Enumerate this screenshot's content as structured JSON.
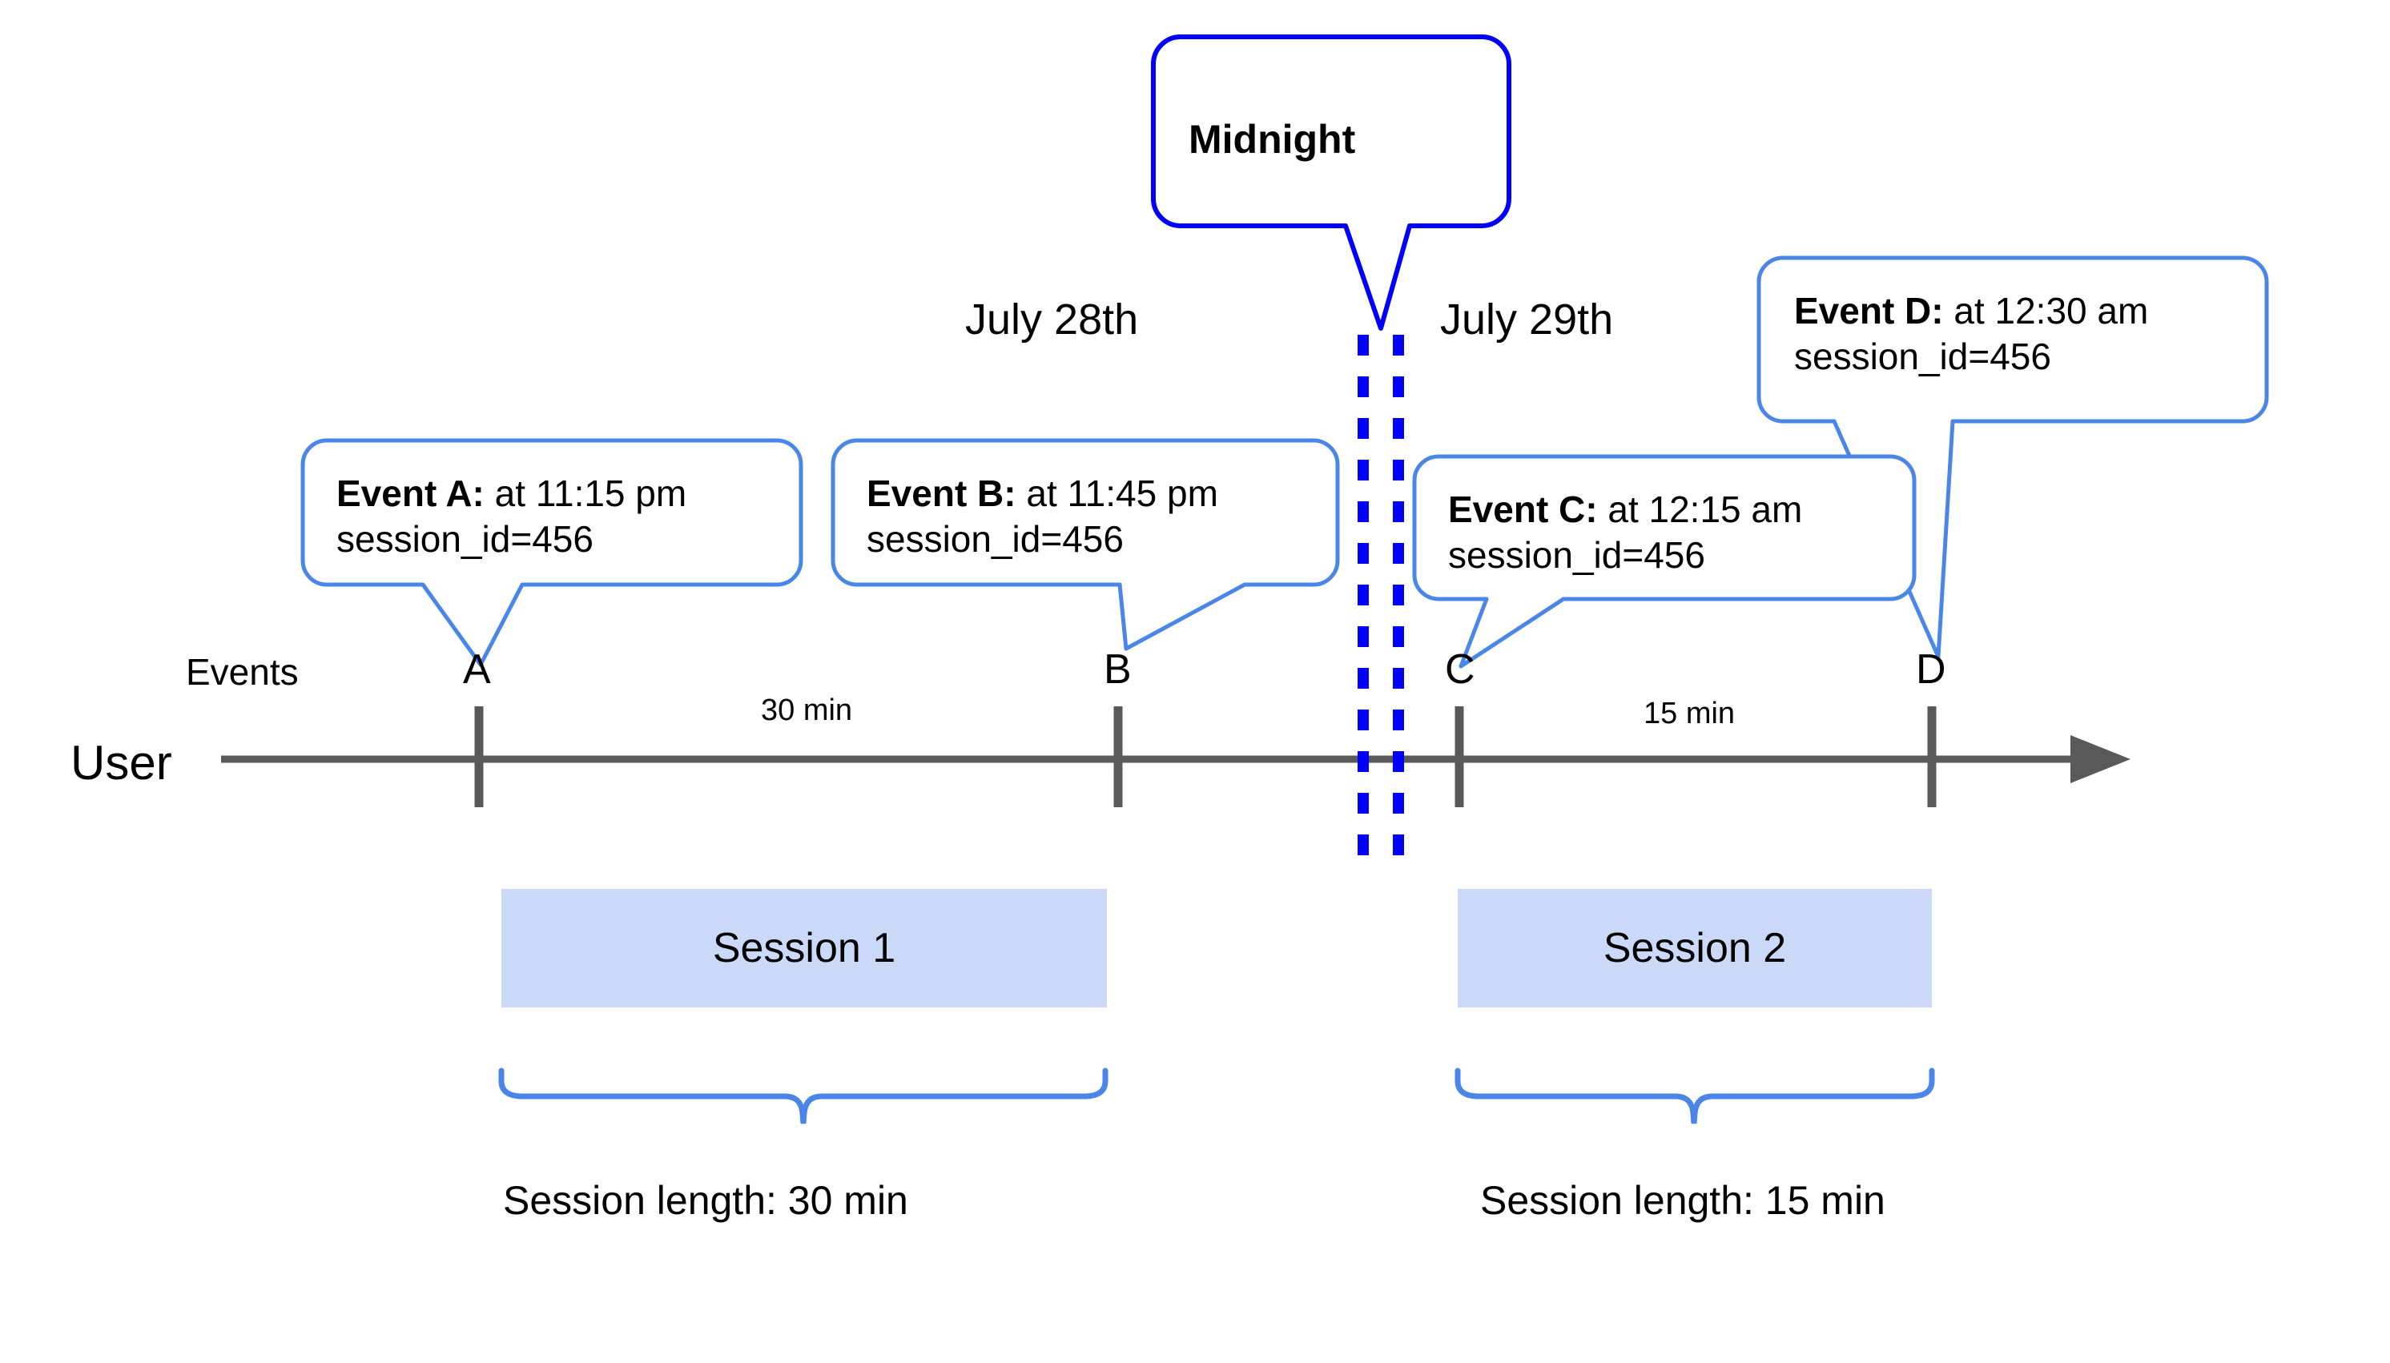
{
  "diagram": {
    "title_hidden": "",
    "colors": {
      "callout_border": "#4a86e8",
      "midnight_border": "#0000ff",
      "midnight_dash": "#0000ff",
      "axis": "#595959",
      "session_fill": "#c9d9f7",
      "brace": "#4a86e8",
      "text": "#000000"
    }
  },
  "rows": {
    "user_label": "User",
    "events_label": "Events"
  },
  "dates": [
    {
      "label": "July 28th"
    },
    {
      "label": "July 29th"
    }
  ],
  "midnight": {
    "label": "Midnight"
  },
  "markers": [
    {
      "id": "A",
      "label": "A"
    },
    {
      "id": "B",
      "label": "B"
    },
    {
      "id": "C",
      "label": "C"
    },
    {
      "id": "D",
      "label": "D"
    }
  ],
  "durations": [
    {
      "label": "30 min"
    },
    {
      "label": "15 min"
    }
  ],
  "callouts": [
    {
      "id": "A",
      "title": "Event A:",
      "time": " at 11:15 pm",
      "detail": "session_id=456"
    },
    {
      "id": "B",
      "title": "Event B:",
      "time": " at 11:45 pm",
      "detail": "session_id=456"
    },
    {
      "id": "C",
      "title": "Event C:",
      "time": " at 12:15 am",
      "detail": "session_id=456"
    },
    {
      "id": "D",
      "title": "Event D:",
      "time": " at 12:30 am",
      "detail": "session_id=456"
    }
  ],
  "sessions": [
    {
      "id": "1",
      "label": "Session 1",
      "length_label": "Session length: 30 min"
    },
    {
      "id": "2",
      "label": "Session 2",
      "length_label": "Session length: 15 min"
    }
  ]
}
